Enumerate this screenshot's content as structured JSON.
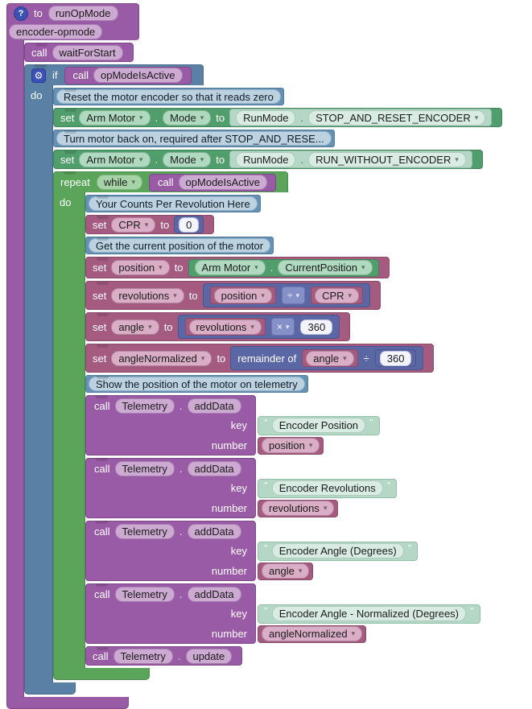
{
  "colors": {
    "procedure_purple": "#995ba5",
    "procedure_field": "#cdaad2",
    "logic_blue": "#5b80a5",
    "comment_blue": "#6491b4",
    "comment_field": "#bdd2e0",
    "loop_green": "#5ba55b",
    "property_green": "#519e6d",
    "property_field": "#b0dac0",
    "enum_mint": "#b4d7c6",
    "enum_field": "#d9ece3",
    "variable_crimson": "#a55b80",
    "variable_field": "#d9aec6",
    "math_indigo": "#5b67a5",
    "math_chip": "#8590c8",
    "number_field": "#f4f5fc",
    "icon_blue": "#3b52b4",
    "canvas": "#ffffff"
  },
  "labels": {
    "help": "?",
    "gear": "⚙",
    "dot": ".",
    "quote": "\"",
    "set": "set",
    "to": "to",
    "call": "call",
    "do": "do",
    "if": "if",
    "repeat": "repeat",
    "key": "key",
    "number": "number",
    "remainder_of": "remainder of"
  },
  "function_block": {
    "to_label": "to",
    "name": "runOpMode",
    "opmode_name": "encoder-opmode"
  },
  "wait_for_start": {
    "call_label": "call",
    "method": "waitForStart"
  },
  "if_block": {
    "if_label": "if",
    "do_label": "do",
    "condition": {
      "call_label": "call",
      "method": "opModeIsActive"
    }
  },
  "comments": {
    "reset": "Reset the motor encoder so that it reads zero",
    "turn_on": "Turn motor back on, required after STOP_AND_RESE...",
    "cpr": "Your Counts Per Revolution Here",
    "get_position": "Get the current position of the motor",
    "show": "Show the position of the motor on telemetry"
  },
  "set_mode": [
    {
      "set_label": "set",
      "device": "Arm Motor",
      "property": "Mode",
      "to_label": "to",
      "enum_type": "RunMode",
      "enum_value": "STOP_AND_RESET_ENCODER"
    },
    {
      "set_label": "set",
      "device": "Arm Motor",
      "property": "Mode",
      "to_label": "to",
      "enum_type": "RunMode",
      "enum_value": "RUN_WITHOUT_ENCODER"
    }
  ],
  "repeat_block": {
    "repeat_label": "repeat",
    "mode": "while",
    "do_label": "do",
    "condition": {
      "call_label": "call",
      "method": "opModeIsActive"
    }
  },
  "set_cpr": {
    "set_label": "set",
    "variable": "CPR",
    "to_label": "to",
    "value": "0"
  },
  "set_position": {
    "set_label": "set",
    "variable": "position",
    "to_label": "to",
    "device": "Arm Motor",
    "property": "CurrentPosition"
  },
  "set_revolutions": {
    "set_label": "set",
    "variable": "revolutions",
    "to_label": "to",
    "operand_a": "position",
    "operator": "÷",
    "operand_b": "CPR"
  },
  "set_angle": {
    "set_label": "set",
    "variable": "angle",
    "to_label": "to",
    "operand_a": "revolutions",
    "operator": "×",
    "operand_b": "360"
  },
  "set_angle_normalized": {
    "set_label": "set",
    "variable": "angleNormalized",
    "to_label": "to",
    "remainder_label": "remainder of",
    "operand_a": "angle",
    "operator": "÷",
    "operand_b": "360"
  },
  "telemetry": {
    "call_label": "call",
    "object": "Telemetry",
    "add_data_method": "addData",
    "key_label": "key",
    "number_label": "number",
    "update_method": "update",
    "entries": [
      {
        "key": "Encoder Position",
        "number_var": "position"
      },
      {
        "key": "Encoder Revolutions",
        "number_var": "revolutions"
      },
      {
        "key": "Encoder Angle (Degrees)",
        "number_var": "angle"
      },
      {
        "key": "Encoder Angle - Normalized (Degrees)",
        "number_var": "angleNormalized"
      }
    ]
  }
}
